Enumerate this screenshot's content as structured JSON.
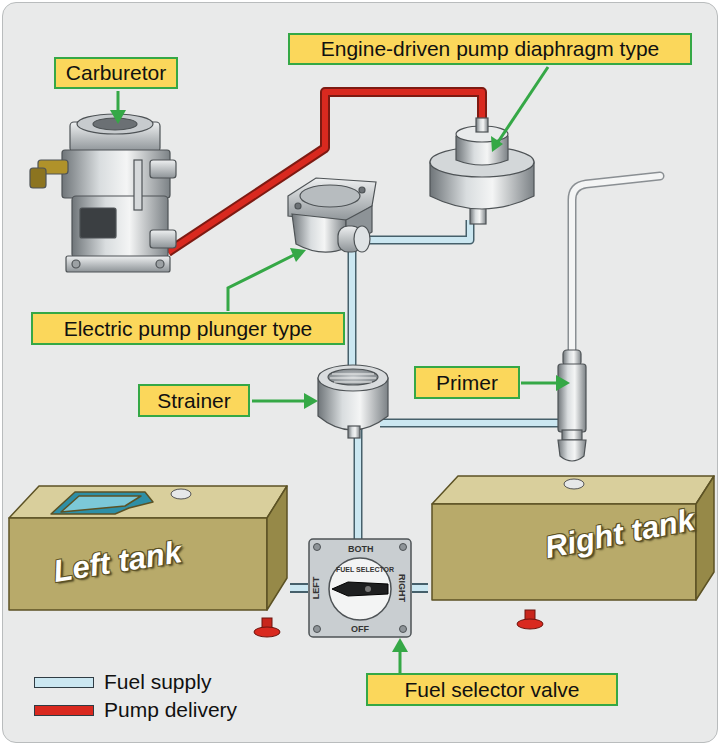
{
  "diagram": {
    "nodes": [
      {
        "text": [
          "Carburetor"
        ]
      },
      {
        "text": [
          "Engine-driven pump diaphragm type"
        ]
      },
      {
        "text": [
          "Electric pump plunger type"
        ]
      },
      {
        "text": [
          "Strainer"
        ]
      },
      {
        "text": [
          "Primer"
        ]
      },
      {
        "text": [
          "Left tank"
        ]
      },
      {
        "text": [
          "BOTH",
          "LEFT",
          "RIGHT",
          "FUEL SELECTOR",
          "OFF"
        ]
      },
      {
        "text": [
          "Right tank"
        ]
      },
      {
        "text": [
          "Fuel selector valve"
        ]
      }
    ],
    "edges": [
      {
        "from": 5,
        "to": 6,
        "arrow": "none"
      },
      {
        "from": 7,
        "to": 6,
        "arrow": "none"
      },
      {
        "from": 8,
        "to": 6,
        "arrow": "to"
      }
    ],
    "legend": [
      {
        "text": "Fuel supply",
        "color": "#cbe7f1"
      },
      {
        "text": "Pump delivery",
        "color": "#d9291f"
      }
    ]
  }
}
